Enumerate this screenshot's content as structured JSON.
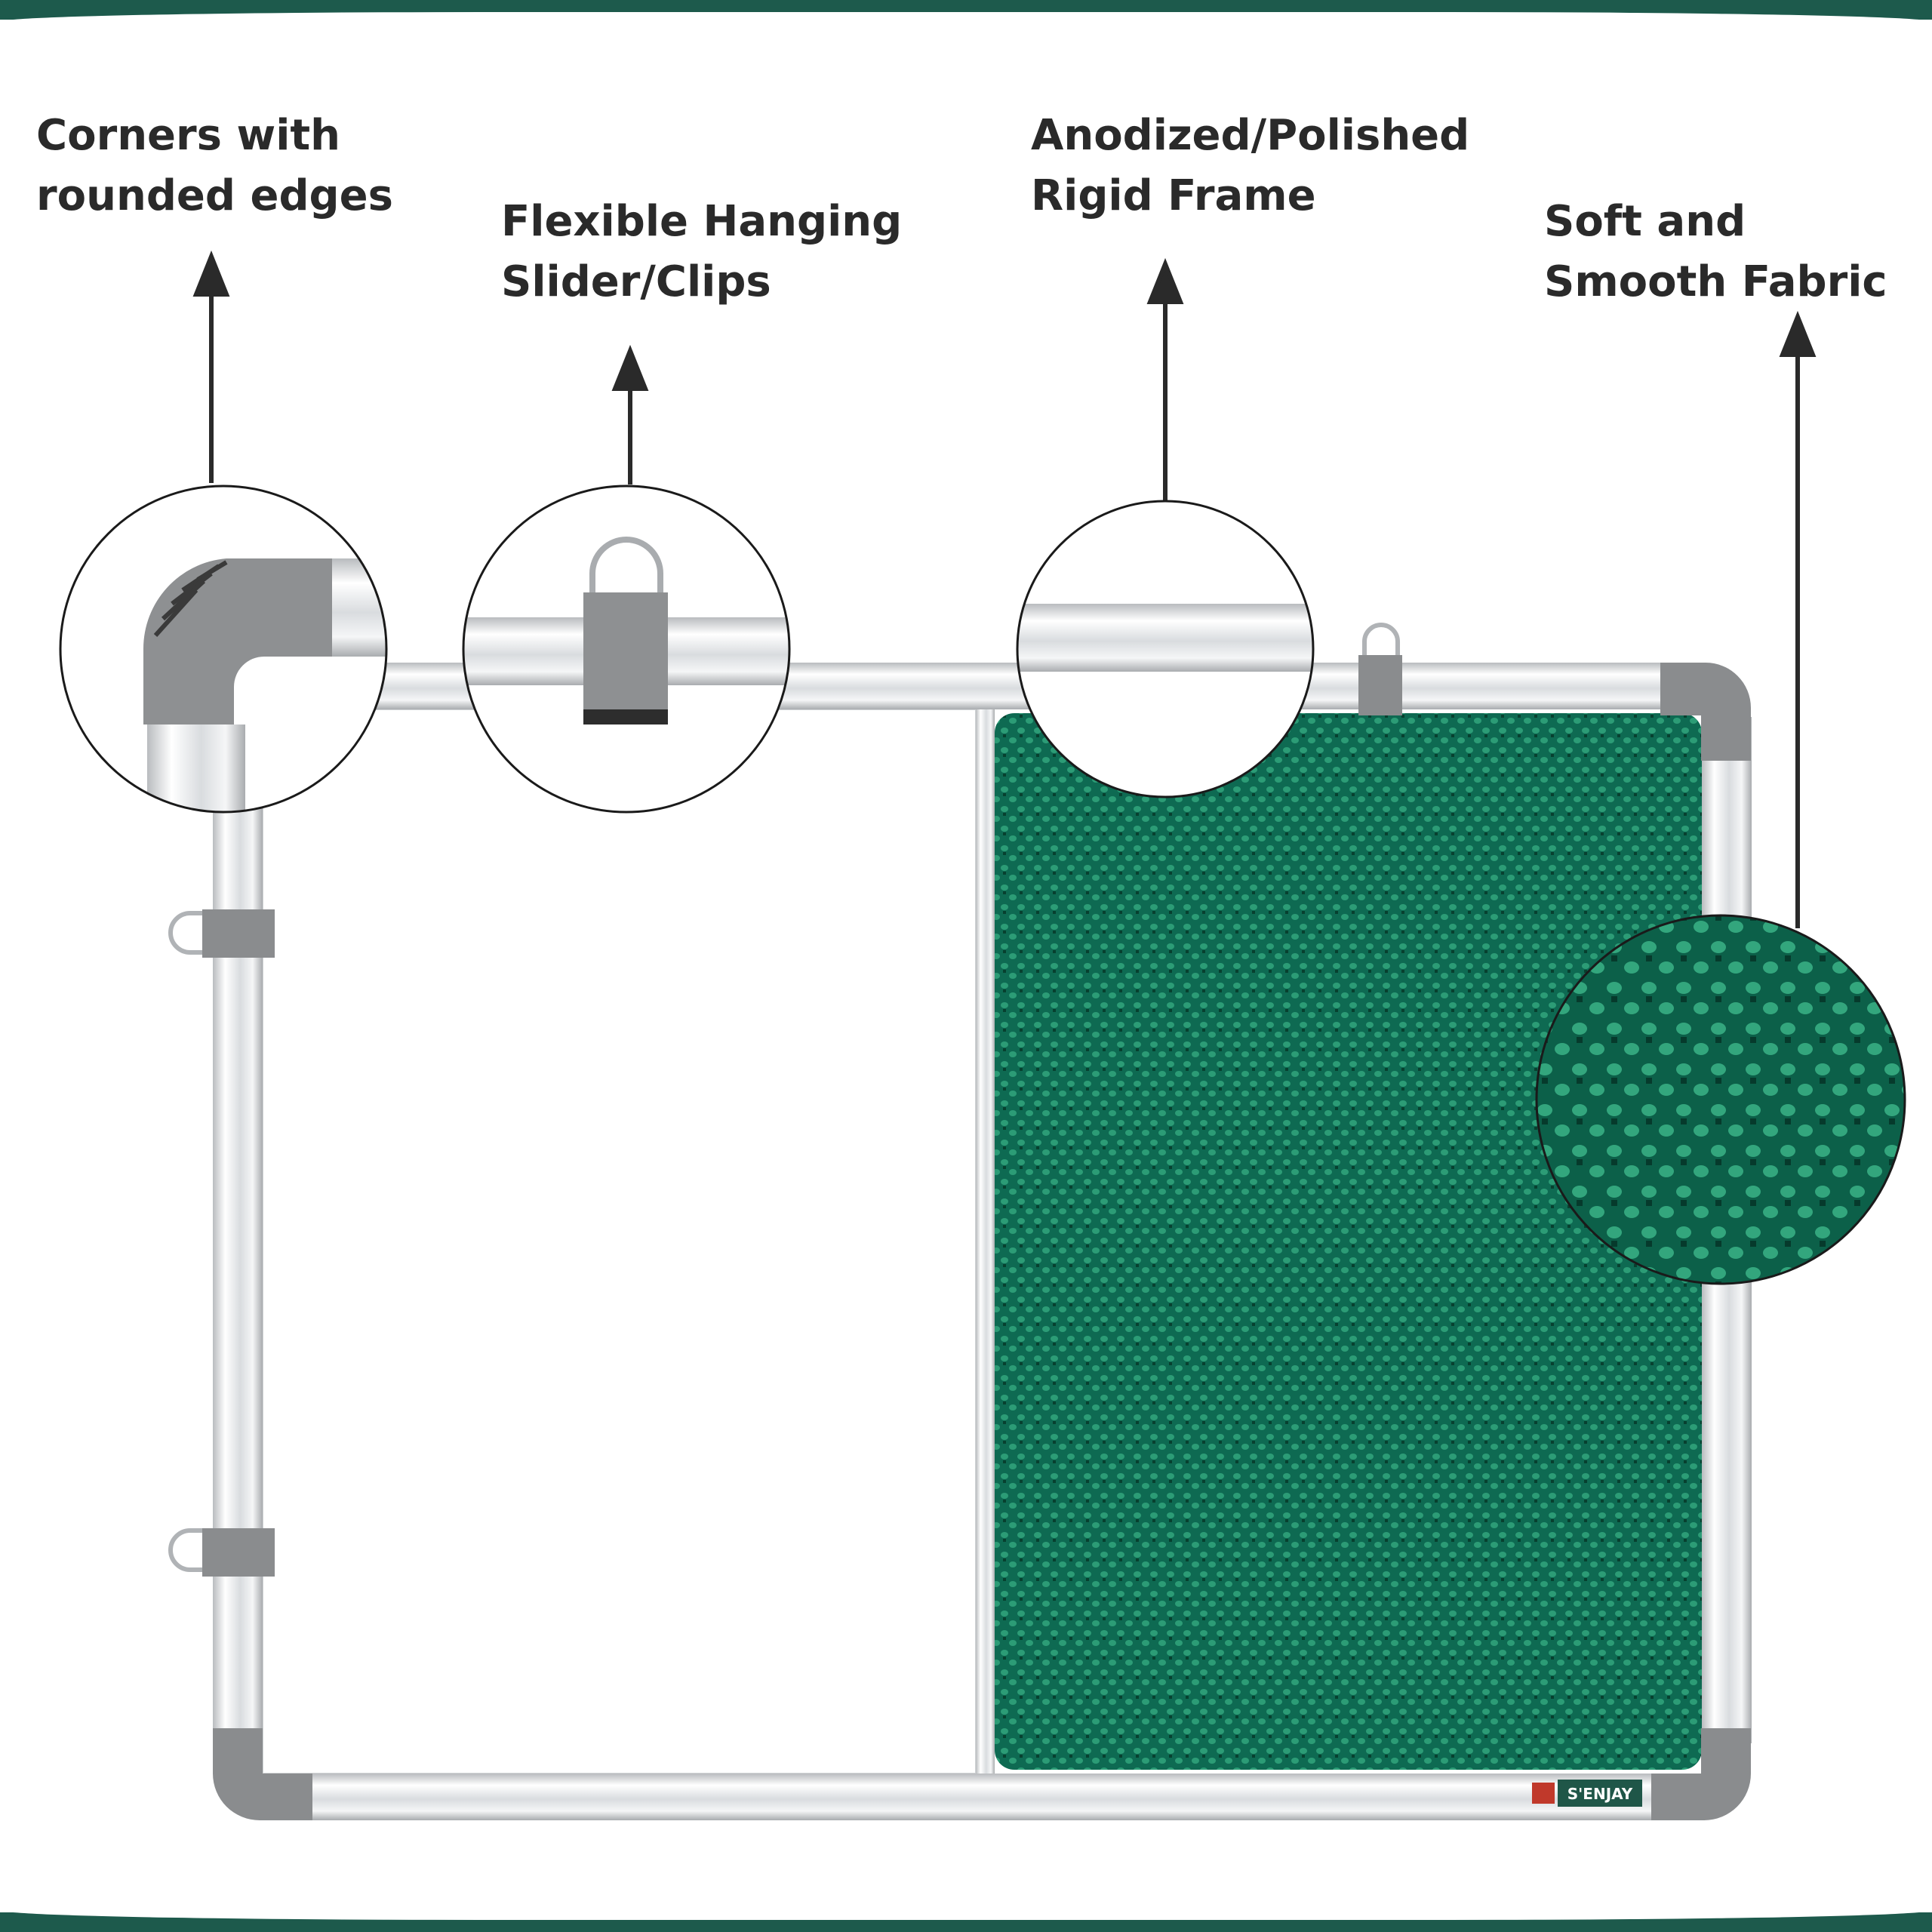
{
  "callouts": [
    {
      "id": "corners",
      "lines": [
        "Corners with",
        "rounded edges"
      ]
    },
    {
      "id": "slider",
      "lines": [
        "Flexible Hanging",
        "Slider/Clips"
      ]
    },
    {
      "id": "frame",
      "lines": [
        "Anodized/Polished",
        "Rigid Frame"
      ]
    },
    {
      "id": "fabric",
      "lines": [
        "Soft and",
        "Smooth Fabric"
      ]
    }
  ],
  "brand": {
    "logo_text": "S'ENJAY"
  },
  "colors": {
    "band": "#1d5a4c",
    "fabric": "#11735a",
    "fabric_dark": "#0b4f3f",
    "fabric_light": "#2fa07a",
    "frame": "#e4e6e8",
    "corner_cap": "#8a8c8e",
    "text": "#2a2a2a"
  },
  "icons": [
    "arrow-up-icon",
    "brand-logo-icon"
  ]
}
